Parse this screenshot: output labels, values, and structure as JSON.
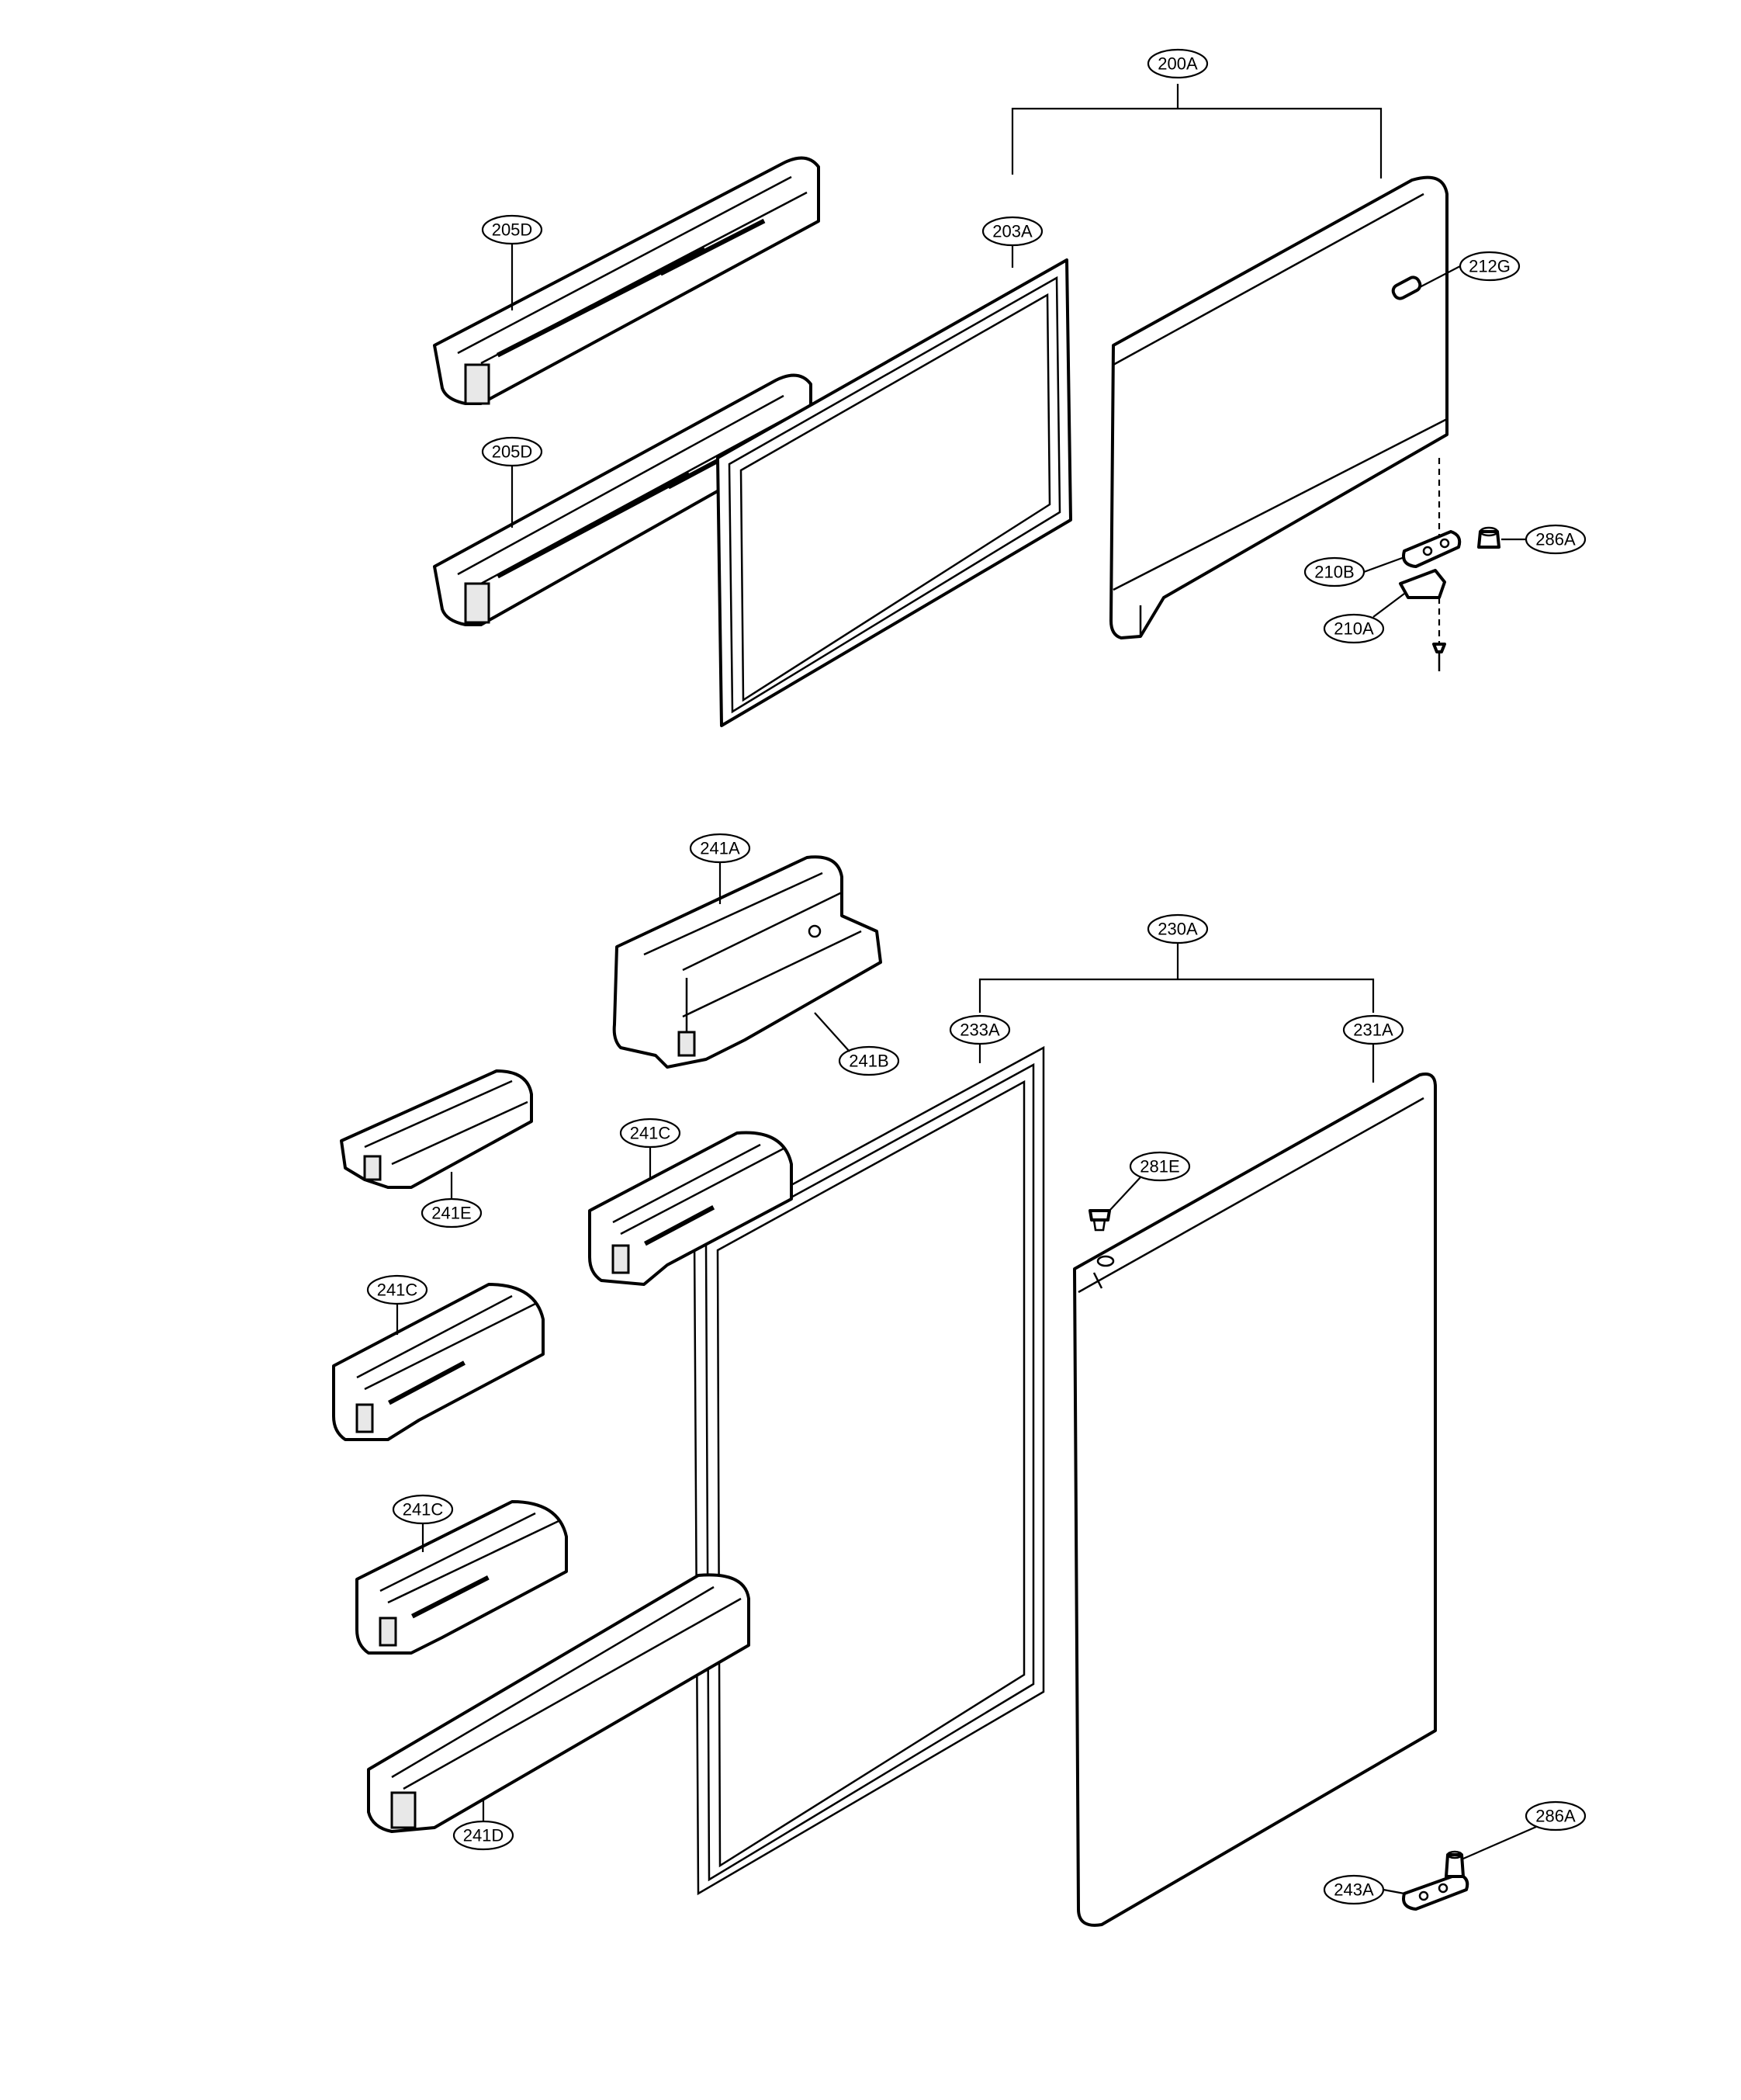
{
  "callouts": {
    "c200A": "200A",
    "c203A": "203A",
    "c205D_top": "205D",
    "c205D_bottom": "205D",
    "c212G": "212G",
    "c286A_top": "286A",
    "c210B": "210B",
    "c210A": "210A",
    "c241A": "241A",
    "c241B": "241B",
    "c230A": "230A",
    "c233A": "233A",
    "c231A": "231A",
    "c241E": "241E",
    "c241C_1": "241C",
    "c241C_2": "241C",
    "c241C_3": "241C",
    "c281E": "281E",
    "c241D": "241D",
    "c286A_bottom": "286A",
    "c243A": "243A"
  }
}
